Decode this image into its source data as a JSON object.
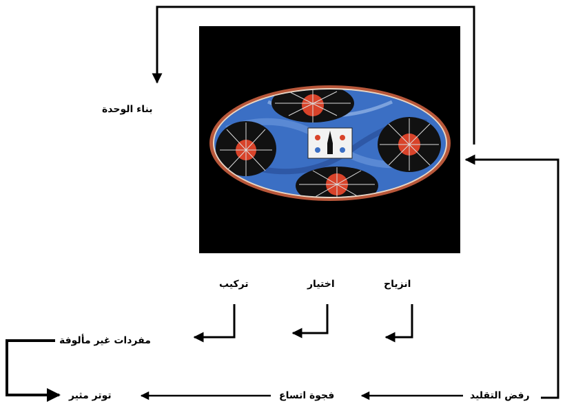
{
  "labels": {
    "unity": "بناء الوحدة",
    "displacement": "انزياح",
    "selection": "اختيار",
    "composition": "تركيب",
    "unfamiliar_vocab": "مفردات غير مألوفة",
    "exciting_tension": "توتر مثير",
    "expansion_gap": "فجوة اتساع",
    "tradition_rejection": "رفض التقليد"
  },
  "colors": {
    "line": "#000000",
    "photo_background": "#000000",
    "plate_rim": "#b8573a",
    "plate_blue": "#3b6fc4",
    "plate_black": "#111111",
    "plate_red": "#d8432a"
  },
  "image": {
    "subject": "decorated-ceramic-plate"
  }
}
